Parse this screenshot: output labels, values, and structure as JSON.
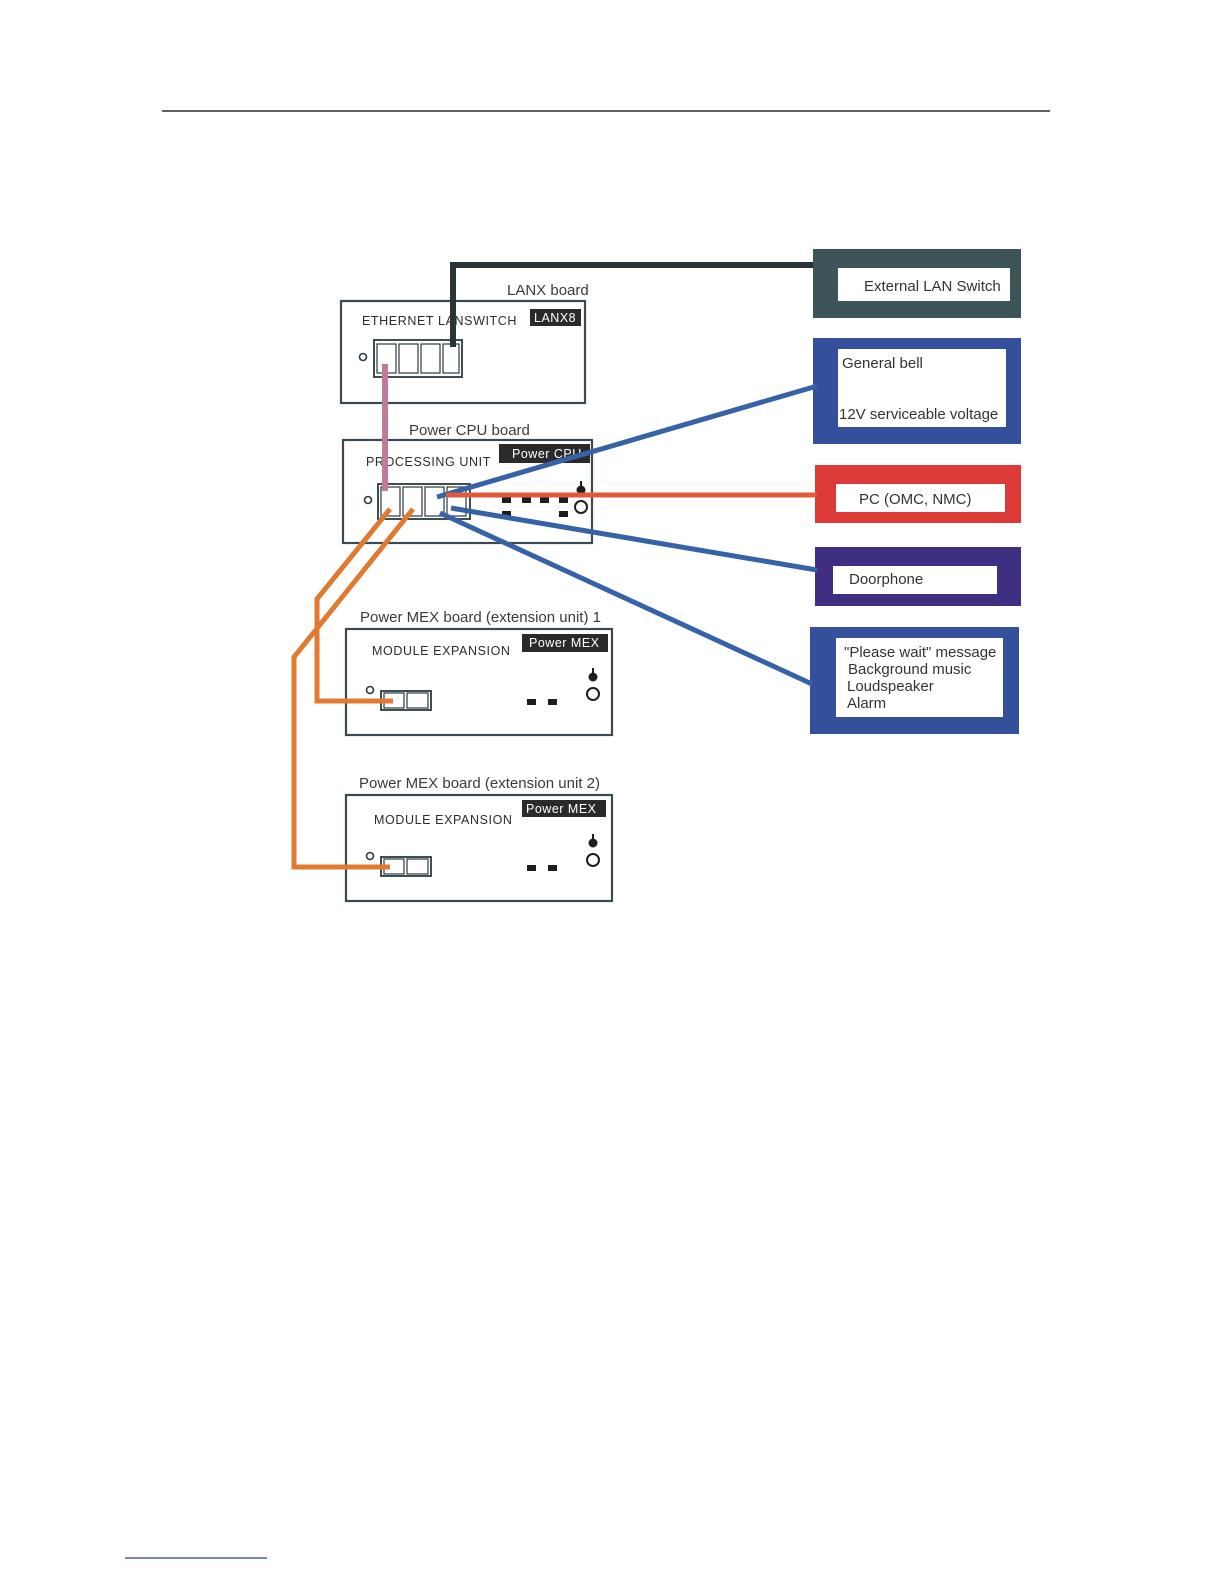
{
  "boards": {
    "lanx": {
      "label": "LANX board",
      "panel": "ETHERNET LANSWITCH",
      "tag": "LANX8"
    },
    "cpu": {
      "label": "Power CPU board",
      "panel": "PROCESSING UNIT",
      "tag": "Power CPU"
    },
    "mex1": {
      "label": "Power MEX  board (extension unit) 1",
      "panel": "MODULE EXPANSION",
      "tag": "Power MEX"
    },
    "mex2": {
      "label": "Power MEX  board (extension unit 2)",
      "panel": "MODULE EXPANSION",
      "tag": "Power MEX"
    }
  },
  "devices": {
    "lan_switch": {
      "text": "External LAN Switch",
      "color": "#3d5558"
    },
    "bell": {
      "line1": "General bell",
      "line2": "12V serviceable voltage",
      "color": "#34509a"
    },
    "pc": {
      "text": "PC (OMC, NMC)",
      "color": "#db3a36"
    },
    "doorphone": {
      "text": "Doorphone",
      "color": "#3f2e82"
    },
    "audio": {
      "lines": [
        "\"Please wait\" message",
        "Background music",
        "Loudspeaker",
        "Alarm"
      ],
      "color": "#34509a"
    }
  },
  "cable_colors": {
    "lan": "#2a3438",
    "pink": "#c07a9a",
    "blue": "#3663a8",
    "orange": "#e07a30",
    "red": "#e05a3a"
  }
}
